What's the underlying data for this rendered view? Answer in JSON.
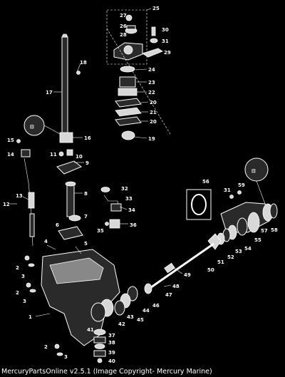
{
  "diagram": {
    "callouts": [
      {
        "id": "c25",
        "label": "25"
      },
      {
        "id": "c27",
        "label": "27"
      },
      {
        "id": "c26",
        "label": "26"
      },
      {
        "id": "c28",
        "label": "28"
      },
      {
        "id": "c30",
        "label": "30"
      },
      {
        "id": "c31a",
        "label": "31"
      },
      {
        "id": "c29",
        "label": "29"
      },
      {
        "id": "c18",
        "label": "18"
      },
      {
        "id": "c24",
        "label": "24"
      },
      {
        "id": "c17",
        "label": "17"
      },
      {
        "id": "c23",
        "label": "23"
      },
      {
        "id": "c22",
        "label": "22"
      },
      {
        "id": "c20a",
        "label": "20"
      },
      {
        "id": "c21",
        "label": "21"
      },
      {
        "id": "c20b",
        "label": "20"
      },
      {
        "id": "c16",
        "label": "16"
      },
      {
        "id": "c19",
        "label": "19"
      },
      {
        "id": "c15",
        "label": "15"
      },
      {
        "id": "c14",
        "label": "14"
      },
      {
        "id": "c11",
        "label": "11"
      },
      {
        "id": "c10",
        "label": "10"
      },
      {
        "id": "c9",
        "label": "9"
      },
      {
        "id": "c13",
        "label": "13"
      },
      {
        "id": "c12",
        "label": "12"
      },
      {
        "id": "c8",
        "label": "8"
      },
      {
        "id": "c32",
        "label": "32"
      },
      {
        "id": "c33",
        "label": "33"
      },
      {
        "id": "c34",
        "label": "34"
      },
      {
        "id": "c56",
        "label": "56"
      },
      {
        "id": "c31b",
        "label": "31"
      },
      {
        "id": "c59",
        "label": "59"
      },
      {
        "id": "c7",
        "label": "7"
      },
      {
        "id": "c6",
        "label": "6"
      },
      {
        "id": "c35",
        "label": "35"
      },
      {
        "id": "c36",
        "label": "36"
      },
      {
        "id": "c55",
        "label": "55"
      },
      {
        "id": "c57",
        "label": "57"
      },
      {
        "id": "c58",
        "label": "58"
      },
      {
        "id": "c4",
        "label": "4"
      },
      {
        "id": "c5",
        "label": "5"
      },
      {
        "id": "c54",
        "label": "54"
      },
      {
        "id": "c53",
        "label": "53"
      },
      {
        "id": "c52",
        "label": "52"
      },
      {
        "id": "c51",
        "label": "51"
      },
      {
        "id": "c50",
        "label": "50"
      },
      {
        "id": "c2a",
        "label": "2"
      },
      {
        "id": "c3a",
        "label": "3"
      },
      {
        "id": "c49",
        "label": "49"
      },
      {
        "id": "c48",
        "label": "48"
      },
      {
        "id": "c47",
        "label": "47"
      },
      {
        "id": "c2b",
        "label": "2"
      },
      {
        "id": "c3b",
        "label": "3"
      },
      {
        "id": "c46",
        "label": "46"
      },
      {
        "id": "c44",
        "label": "44"
      },
      {
        "id": "c1",
        "label": "1"
      },
      {
        "id": "c43",
        "label": "43"
      },
      {
        "id": "c42",
        "label": "42"
      },
      {
        "id": "c45",
        "label": "45"
      },
      {
        "id": "c41",
        "label": "41"
      },
      {
        "id": "c37",
        "label": "37"
      },
      {
        "id": "c38",
        "label": "38"
      },
      {
        "id": "c39",
        "label": "39"
      },
      {
        "id": "c40",
        "label": "40"
      },
      {
        "id": "c2c",
        "label": "2"
      },
      {
        "id": "c3c",
        "label": "3"
      }
    ]
  },
  "caption": "MercuryPartsOnline v2.5.1 (Image Copyright- Mercury Marine)"
}
